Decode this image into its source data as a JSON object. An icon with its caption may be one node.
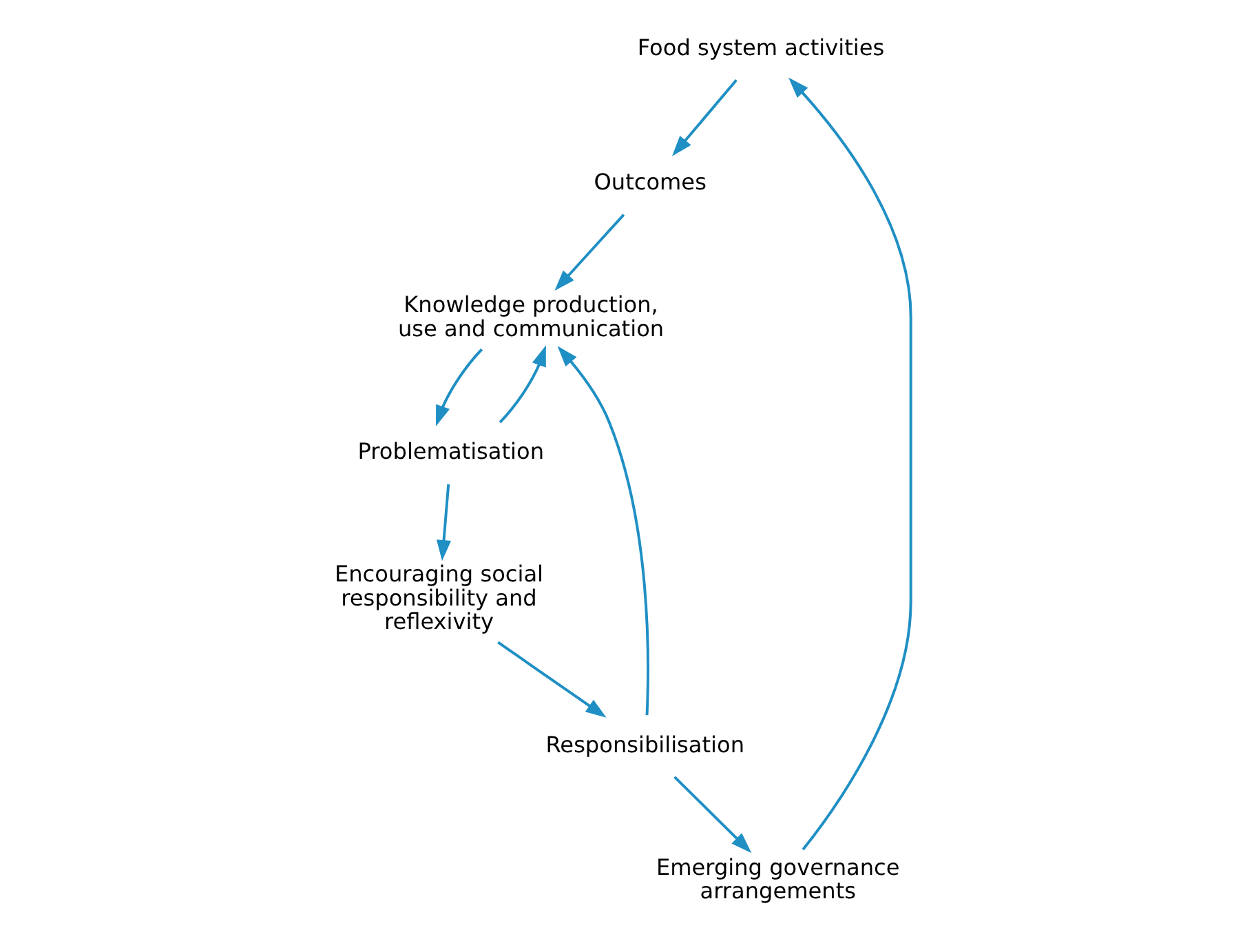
{
  "diagram": {
    "nodes": [
      {
        "text": [
          "Food system activities"
        ]
      },
      {
        "text": [
          "Outcomes"
        ]
      },
      {
        "text": [
          "Emerging governance arrangements"
        ]
      },
      {
        "text": [
          "Problematisation"
        ]
      },
      {
        "text": [
          "Knowledge production, use and communication"
        ]
      },
      {
        "text": [
          "Encouraging social responsibility and reflexivity"
        ]
      },
      {
        "text": [
          "Responsibilisation"
        ]
      }
    ],
    "edges": [
      {
        "from": 2,
        "to": 0,
        "arrow": "to"
      },
      {
        "from": 0,
        "to": 1,
        "arrow": "to"
      },
      {
        "from": 1,
        "to": 4,
        "arrow": "to"
      },
      {
        "from": 4,
        "to": 3,
        "arrow": "to"
      },
      {
        "from": 3,
        "to": 4,
        "arrow": "to"
      },
      {
        "from": 3,
        "to": 5,
        "arrow": "to"
      },
      {
        "from": 5,
        "to": 6,
        "arrow": "to"
      },
      {
        "from": 6,
        "to": 2,
        "arrow": "to"
      },
      {
        "from": 6,
        "to": 4,
        "arrow": "to"
      }
    ]
  }
}
